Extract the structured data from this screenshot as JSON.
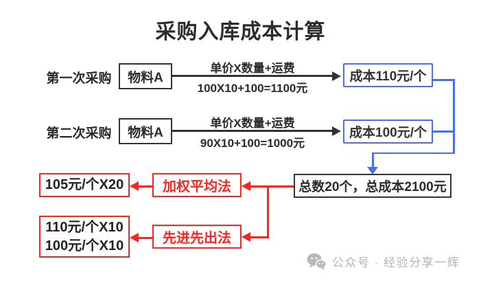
{
  "title": "采购入库成本计算",
  "rows": [
    {
      "label": "第一次采购",
      "material": "物料A",
      "formula_top": "单价X数量+运费",
      "formula_bottom": "100X10+100=1100元",
      "result": "成本110元/个"
    },
    {
      "label": "第二次采购",
      "material": "物料A",
      "formula_top": "单价X数量+运费",
      "formula_bottom": "90X10+100=1000元",
      "result": "成本100元/个"
    }
  ],
  "total": {
    "label": "总数20个，总成本2100元"
  },
  "methods": [
    {
      "name": "加权平均法"
    },
    {
      "name": "先进先出法"
    }
  ],
  "results": [
    {
      "lines": [
        "105元/个X20"
      ]
    },
    {
      "lines": [
        "110元/个X10",
        "100元/个X10"
      ]
    }
  ],
  "watermark": {
    "icon": "wechat-icon",
    "text": "公众号 · 经验分享一辉"
  },
  "colors": {
    "blue": "#4a6cf0",
    "red": "#f8261f",
    "black": "#333333",
    "gray": "#b3b3b3"
  }
}
